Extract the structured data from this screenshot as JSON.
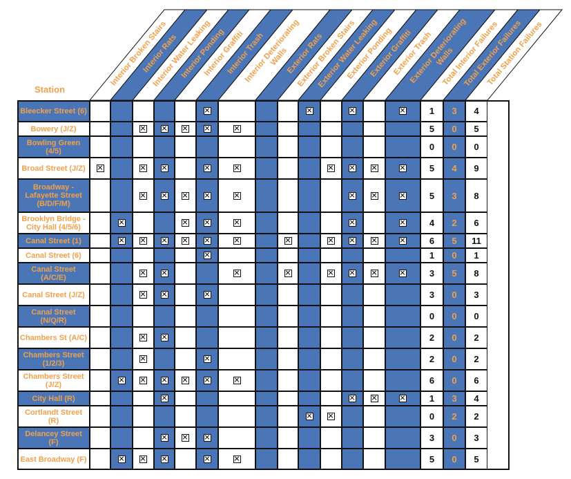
{
  "station_header": "Station",
  "columns": [
    "Interior Broken Stairs",
    "Interior Rats",
    "Interior Water Leaking",
    "Interior Ponding",
    "Interior Graffiti",
    "Interior Trash",
    "Interior Deteriorating Walls",
    "Exterior Rats",
    "Exterior Broken Stairs",
    "Exterior Water Leaking",
    "Exterior Ponding",
    "Exterior Graffiti",
    "Exterior Trash",
    "Exterior Deteriorating Walls",
    "Total Interior Failures",
    "Total Exterior Failures",
    "Total Station Failures"
  ],
  "colors": {
    "blue": "#4a76b7",
    "orange": "#f2a04a",
    "black": "#111111"
  },
  "chart_data": {
    "type": "table",
    "columns": [
      "Interior Broken Stairs",
      "Interior Rats",
      "Interior Water Leaking",
      "Interior Ponding",
      "Interior Graffiti",
      "Interior Trash",
      "Interior Deteriorating Walls",
      "Exterior Rats",
      "Exterior Broken Stairs",
      "Exterior Water Leaking",
      "Exterior Ponding",
      "Exterior Graffiti",
      "Exterior Trash",
      "Exterior Deteriorating Walls",
      "Total Interior Failures",
      "Total Exterior Failures",
      "Total Station Failures"
    ],
    "rows": [
      {
        "station": "Bleecker Street (6)",
        "checks": [
          0,
          0,
          0,
          0,
          0,
          1,
          0,
          0,
          0,
          1,
          0,
          1,
          0,
          1
        ],
        "totals": [
          1,
          3,
          4
        ]
      },
      {
        "station": "Bowery (J/Z)",
        "checks": [
          0,
          0,
          1,
          1,
          1,
          1,
          1,
          0,
          0,
          0,
          0,
          0,
          0,
          0
        ],
        "totals": [
          5,
          0,
          5
        ]
      },
      {
        "station": "Bowling Green (4/5)",
        "checks": [
          0,
          0,
          0,
          0,
          0,
          0,
          0,
          0,
          0,
          0,
          0,
          0,
          0,
          0
        ],
        "totals": [
          0,
          0,
          0
        ]
      },
      {
        "station": "Broad Street (J/Z)",
        "checks": [
          1,
          0,
          1,
          1,
          0,
          1,
          1,
          0,
          0,
          0,
          1,
          1,
          1,
          1
        ],
        "totals": [
          5,
          4,
          9
        ]
      },
      {
        "station": "Broadway - Lafayette Street (B/D/F/M)",
        "checks": [
          0,
          0,
          1,
          1,
          1,
          1,
          1,
          0,
          0,
          0,
          0,
          1,
          1,
          1
        ],
        "totals": [
          5,
          3,
          8
        ]
      },
      {
        "station": "Brooklyn Bridge - City Hall (4/5/6)",
        "checks": [
          0,
          1,
          0,
          0,
          1,
          1,
          1,
          0,
          0,
          0,
          0,
          1,
          0,
          1
        ],
        "totals": [
          4,
          2,
          6
        ]
      },
      {
        "station": "Canal Street (1)",
        "checks": [
          0,
          1,
          1,
          1,
          1,
          1,
          1,
          0,
          1,
          0,
          1,
          1,
          1,
          1
        ],
        "totals": [
          6,
          5,
          11
        ]
      },
      {
        "station": "Canal Street (6)",
        "checks": [
          0,
          0,
          0,
          0,
          0,
          1,
          0,
          0,
          0,
          0,
          0,
          0,
          0,
          0
        ],
        "totals": [
          1,
          0,
          1
        ]
      },
      {
        "station": "Canal Street (A/C/E)",
        "checks": [
          0,
          0,
          1,
          1,
          0,
          0,
          1,
          0,
          1,
          0,
          1,
          1,
          1,
          1
        ],
        "totals": [
          3,
          5,
          8
        ]
      },
      {
        "station": "Canal Street (J/Z)",
        "checks": [
          0,
          0,
          1,
          1,
          0,
          1,
          0,
          0,
          0,
          0,
          0,
          0,
          0,
          0
        ],
        "totals": [
          3,
          0,
          3
        ]
      },
      {
        "station": "Canal Street (N/Q/R)",
        "checks": [
          0,
          0,
          0,
          0,
          0,
          0,
          0,
          0,
          0,
          0,
          0,
          0,
          0,
          0
        ],
        "totals": [
          0,
          0,
          0
        ]
      },
      {
        "station": "Chambers St (A/C)",
        "checks": [
          0,
          0,
          1,
          1,
          0,
          0,
          0,
          0,
          0,
          0,
          0,
          0,
          0,
          0
        ],
        "totals": [
          2,
          0,
          2
        ]
      },
      {
        "station": "Chambers Street (1/2/3)",
        "checks": [
          0,
          0,
          1,
          0,
          0,
          1,
          0,
          0,
          0,
          0,
          0,
          0,
          0,
          0
        ],
        "totals": [
          2,
          0,
          2
        ]
      },
      {
        "station": "Chambers Street (J/Z)",
        "checks": [
          0,
          1,
          1,
          1,
          1,
          1,
          1,
          0,
          0,
          0,
          0,
          0,
          0,
          0
        ],
        "totals": [
          6,
          0,
          6
        ]
      },
      {
        "station": "City Hall (R)",
        "checks": [
          0,
          0,
          0,
          1,
          0,
          0,
          0,
          0,
          0,
          0,
          0,
          1,
          1,
          1
        ],
        "totals": [
          1,
          3,
          4
        ]
      },
      {
        "station": "Cortlandt Street (R)",
        "checks": [
          0,
          0,
          0,
          0,
          0,
          0,
          0,
          0,
          0,
          1,
          1,
          0,
          0,
          0
        ],
        "totals": [
          0,
          2,
          2
        ]
      },
      {
        "station": "Delancey Street (F)",
        "checks": [
          0,
          0,
          0,
          1,
          1,
          1,
          0,
          0,
          0,
          0,
          0,
          0,
          0,
          0
        ],
        "totals": [
          3,
          0,
          3
        ]
      },
      {
        "station": "East Broadway (F)",
        "checks": [
          0,
          1,
          1,
          1,
          0,
          1,
          1,
          0,
          0,
          0,
          0,
          0,
          0,
          0
        ],
        "totals": [
          5,
          0,
          5
        ]
      }
    ]
  }
}
